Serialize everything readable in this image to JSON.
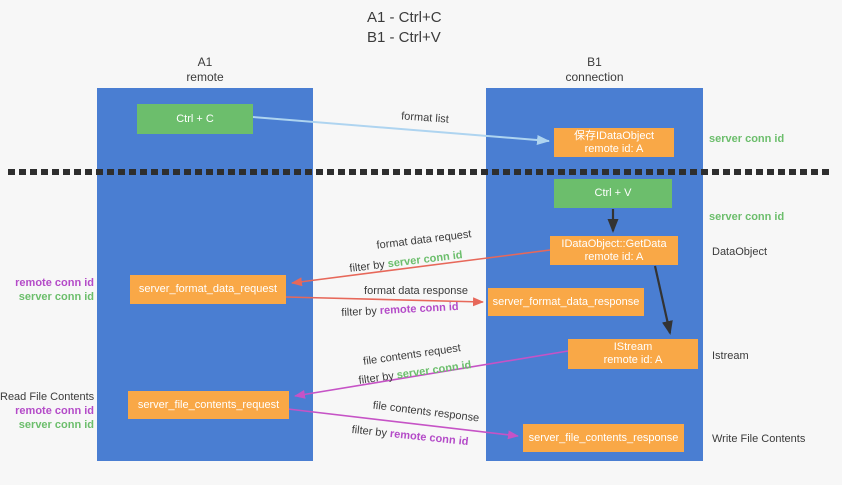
{
  "title": {
    "line1": "A1 - Ctrl+C",
    "line2": "B1 - Ctrl+V"
  },
  "columns": {
    "a1": {
      "name": "A1",
      "subtitle": "remote"
    },
    "b1": {
      "name": "B1",
      "subtitle": "connection"
    }
  },
  "nodes": {
    "ctrl_c": {
      "label": "Ctrl + C"
    },
    "ctrl_v": {
      "label": "Ctrl + V"
    },
    "save_dataobject": {
      "line1": "保存IDataObject",
      "line2": "remote id: A"
    },
    "getdata": {
      "line1": "IDataObject::GetData",
      "line2": "remote id: A"
    },
    "istream": {
      "line1": "IStream",
      "line2": "remote id: A"
    },
    "format_request": {
      "label": "server_format_data_request"
    },
    "format_response": {
      "label": "server_format_data_response"
    },
    "file_request": {
      "label": "server_file_contents_request"
    },
    "file_response": {
      "label": "server_file_contents_response"
    }
  },
  "edge_labels": {
    "format_list": "format list",
    "format_data_request": "format data request",
    "format_data_response": "format data response",
    "file_contents_request": "file contents request",
    "file_contents_response": "file contents response",
    "filter_by": "filter by ",
    "server_conn_id": "server conn id",
    "remote_conn_id": "remote conn id"
  },
  "side_labels": {
    "left_format": {
      "remote": "remote conn id",
      "server": "server conn id"
    },
    "left_file": {
      "title": "Read File Contents",
      "remote": "remote conn id",
      "server": "server conn id"
    },
    "right_server_top": "server conn id",
    "right_server_mid": "server conn id",
    "right_dataobject": "DataObject",
    "right_istream": "Istream",
    "right_write": "Write File Contents"
  },
  "colors": {
    "background": "#f7f7f7",
    "column_blue": "#4a7ed2",
    "node_green": "#6cbe6c",
    "node_orange": "#f9a847",
    "arrow_lightblue": "#aed4f0",
    "arrow_red": "#e7685a",
    "arrow_magenta": "#c653c6",
    "arrow_black": "#333333",
    "text_green": "#6cbe6c",
    "text_purple": "#b44bc8",
    "text_dark": "#3b3b3b"
  }
}
